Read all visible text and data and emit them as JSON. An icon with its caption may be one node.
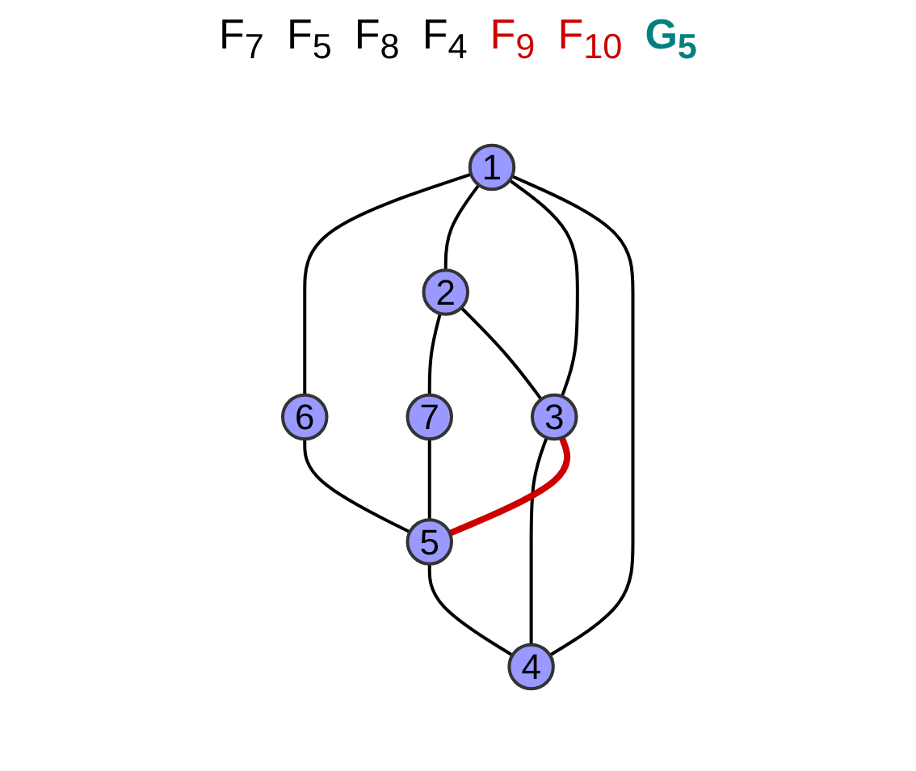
{
  "diagram": {
    "nodes": [
      {
        "text": [
          "6"
        ]
      },
      {
        "text": [
          "1"
        ]
      },
      {
        "text": [
          "7"
        ]
      },
      {
        "text": [
          "5"
        ]
      },
      {
        "text": [
          "2"
        ]
      },
      {
        "text": [
          "4"
        ]
      },
      {
        "text": [
          "3"
        ]
      }
    ],
    "edges": [
      {
        "from": 1,
        "to": 0,
        "arrow": "none"
      },
      {
        "from": 1,
        "to": 4,
        "arrow": "none"
      },
      {
        "from": 1,
        "to": 6,
        "arrow": "none"
      },
      {
        "from": 1,
        "to": 5,
        "arrow": "none"
      },
      {
        "from": 0,
        "to": 3,
        "arrow": "none"
      },
      {
        "from": 4,
        "to": 2,
        "arrow": "none"
      },
      {
        "from": 2,
        "to": 3,
        "arrow": "none"
      },
      {
        "from": 4,
        "to": 6,
        "arrow": "none"
      },
      {
        "from": 6,
        "to": 5,
        "arrow": "none"
      },
      {
        "from": 3,
        "to": 5,
        "arrow": "none"
      },
      {
        "from": 6,
        "to": 3,
        "arrow": "none",
        "style": "thick",
        "color": "#cc0000"
      }
    ],
    "labels": [
      "F$_{7}$",
      "F$_{5}$",
      "F$_{8}$",
      "F$_{4}$",
      "F$_{9}$",
      "F$_{10}$",
      "G$_{5}$"
    ]
  }
}
